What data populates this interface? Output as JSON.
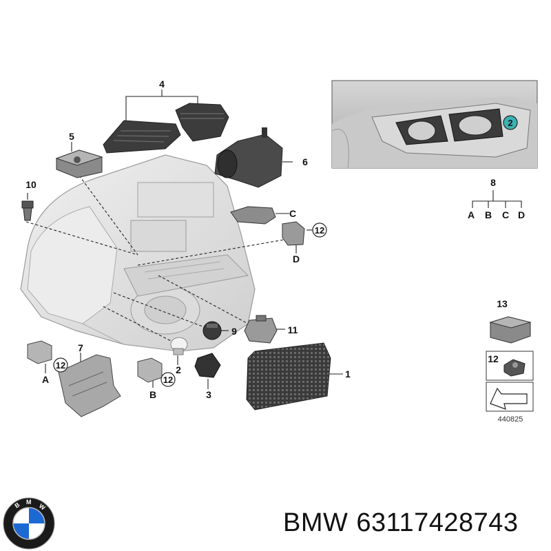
{
  "diagram": {
    "callouts": {
      "c1": "1",
      "c2": "2",
      "c3": "3",
      "c4": "4",
      "c5": "5",
      "c6": "6",
      "c7": "7",
      "c8": "8",
      "c9": "9",
      "c10": "10",
      "c11": "11",
      "c12a": "12",
      "c12b": "12",
      "c12c": "12",
      "c12d": "12",
      "c13": "13",
      "inset_2": "2"
    },
    "letters": {
      "A": "A",
      "B": "B",
      "C": "C",
      "D": "D",
      "k8_A": "A",
      "k8_B": "B",
      "k8_C": "C",
      "k8_D": "D"
    },
    "reference_number": "440825"
  },
  "footer": {
    "brand": "BMW",
    "part_number": "63117428743",
    "logo_letters": "BMW"
  },
  "colors": {
    "logo_blue": "#1c69d4",
    "housing_gray": "#e4e4e4",
    "dark_part": "#3a3a3a",
    "callout_teal": "#3bb3b3"
  }
}
